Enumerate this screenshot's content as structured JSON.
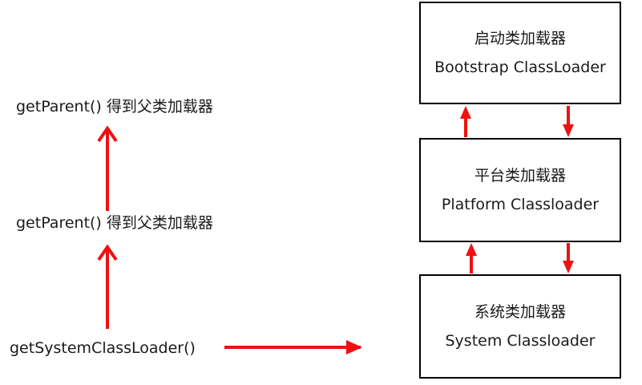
{
  "loaders": {
    "bootstrap": {
      "cn": "启动类加载器",
      "en": "Bootstrap ClassLoader"
    },
    "platform": {
      "cn": "平台类加载器",
      "en": "Platform Classloader"
    },
    "system": {
      "cn": "系统类加载器",
      "en": "System Classloader"
    }
  },
  "labels": {
    "get_parent_top": "getParent() 得到父类加载器",
    "get_parent_mid": "getParent() 得到父类加载器",
    "get_system": "getSystemClassLoader()"
  },
  "colors": {
    "arrow": "#ee1111",
    "box_border": "#000000"
  }
}
